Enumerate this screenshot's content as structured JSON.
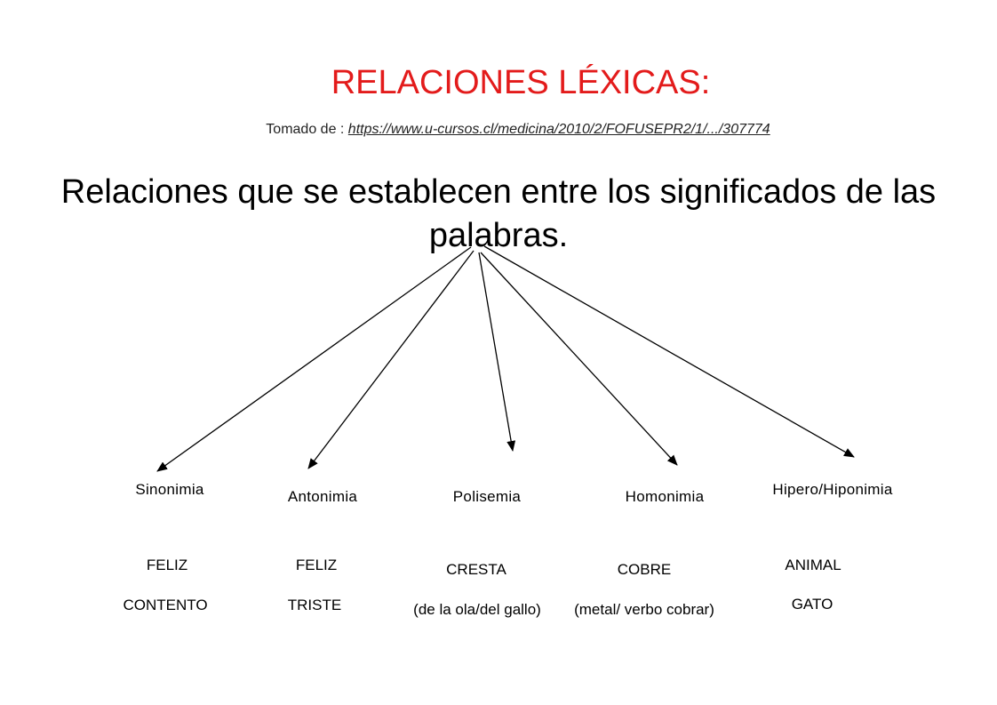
{
  "title": "RELACIONES LÉXICAS:",
  "source": {
    "prefix": "Tomado de : ",
    "url": "https://www.u-cursos.cl/medicina/2010/2/FOFUSEPR2/1/.../307774"
  },
  "heading": "Relaciones que se establecen entre los significados de las palabras.",
  "colors": {
    "title": "#e31b1b",
    "text": "#000000"
  },
  "categories": [
    {
      "label": "Sinonimia",
      "ex1": "FELIZ",
      "ex2": "CONTENTO"
    },
    {
      "label": "Antonimia",
      "ex1": "FELIZ",
      "ex2": "TRISTE"
    },
    {
      "label": "Polisemia",
      "ex1": "CRESTA",
      "ex2": "(de la ola/del gallo)"
    },
    {
      "label": "Homonimia",
      "ex1": "COBRE",
      "ex2": "(metal/ verbo cobrar)"
    },
    {
      "label": "Hipero/Hiponimia",
      "ex1": "ANIMAL",
      "ex2": "GATO"
    }
  ]
}
